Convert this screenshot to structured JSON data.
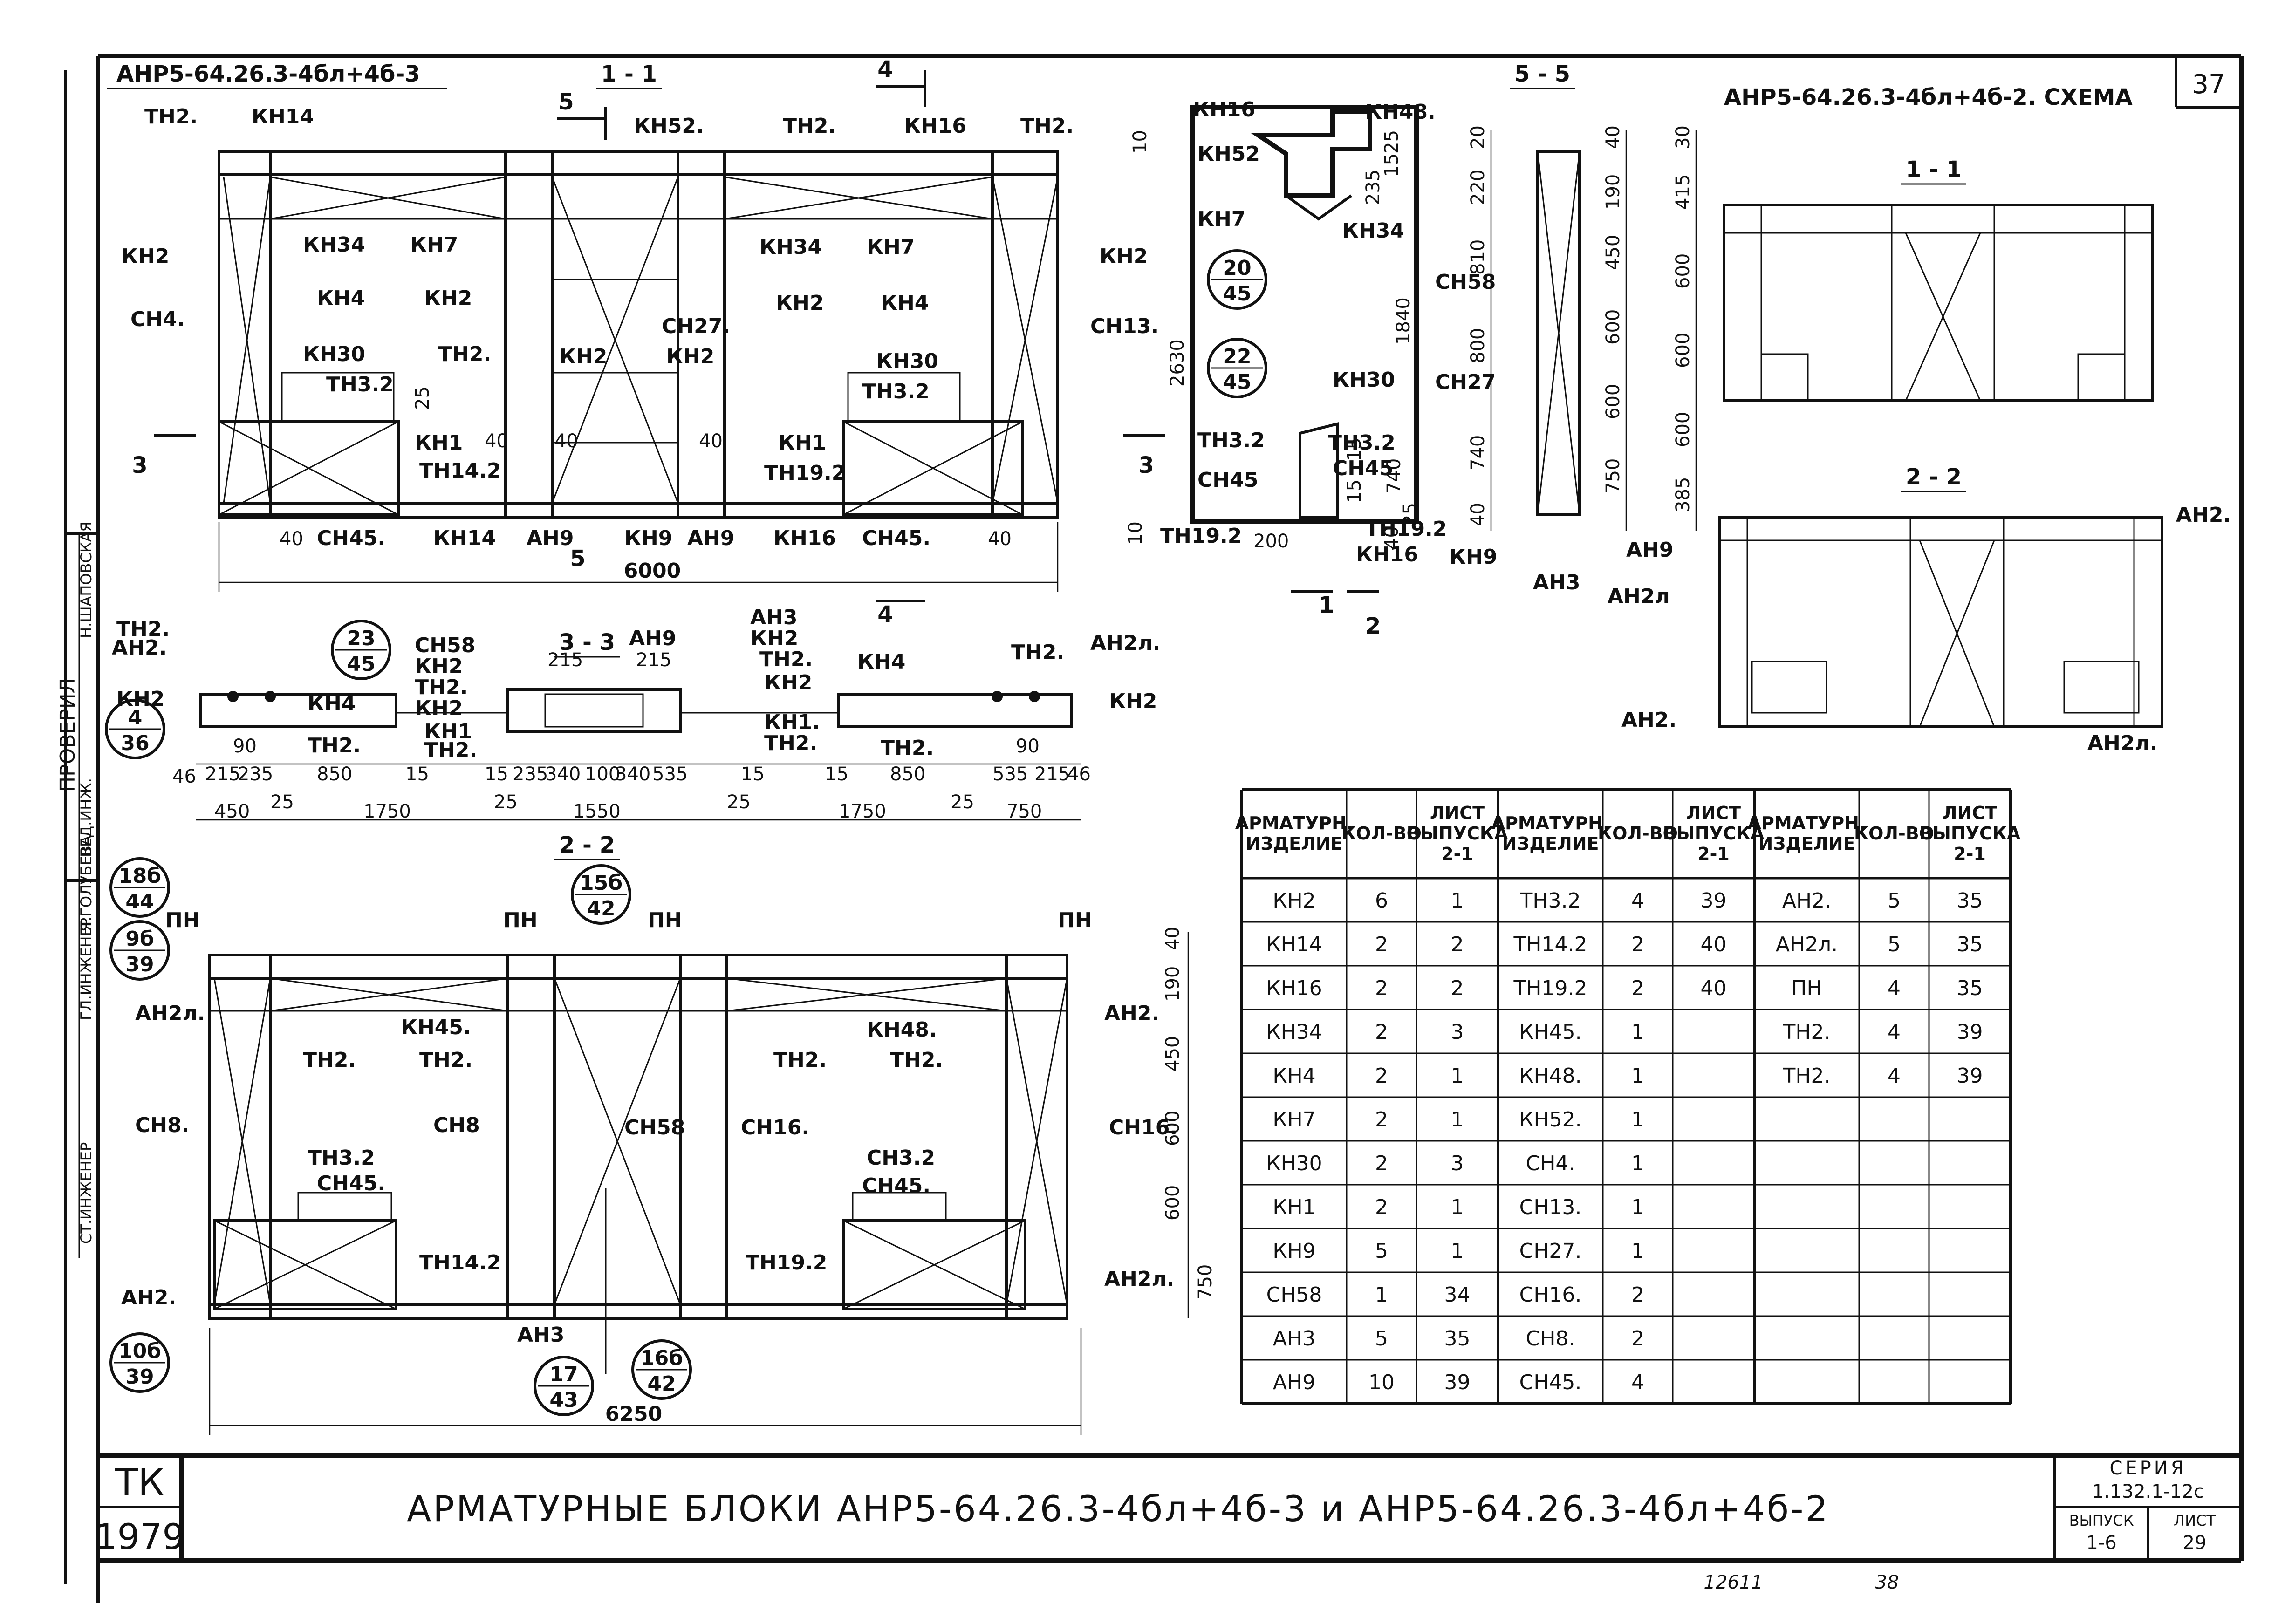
{
  "sheet": {
    "page_number": "37",
    "title": "АРМАТУРНЫЕ БЛОКИ АНР5-64.26.3-4бл+4б-3 и АНР5-64.26.3-4бл+4б-2",
    "tk": "ТК",
    "year": "1979",
    "series_label": "СЕРИЯ",
    "series_value": "1.132.1-12с",
    "issue_label": "ВЫПУСК",
    "issue_value": "1-6",
    "sheet_label": "ЛИСТ",
    "sheet_value": "29",
    "bottom_code": "12611",
    "bottom_num": "38",
    "side_text": [
      "ГЛ.ИНЖЕНЕР",
      "Я.ГОЛУБЕВА",
      "СТ.ИНЖЕНЕР",
      "Н.ШАПОВСКАЯ",
      "ВЕД.ИНЖ.",
      "ПРОВЕРИЛ"
    ]
  },
  "main_block": {
    "title": "АНР5-64.26.3-4бл+4б-3",
    "section_1_1": "1 - 1",
    "section_4": "4",
    "section_5": "5",
    "section_3": "3",
    "dim_total": "6000",
    "labels": [
      "ТН2.",
      "КН14",
      "КН52.",
      "ТН2.",
      "КН16",
      "ТН2.",
      "КН34",
      "КН7",
      "КН34",
      "КН7",
      "КН2",
      "СН4.",
      "КН4",
      "КН2",
      "КН30",
      "ТН2.",
      "ТН3.2",
      "КН1",
      "ТН14.2",
      "КН2",
      "КН2",
      "СН27.",
      "КН2",
      "КН4",
      "КН30",
      "ТН3.2",
      "КН1",
      "ТН19.2",
      "КН2",
      "СН13.",
      "КН14",
      "АН9",
      "КН9",
      "АН9",
      "КН16",
      "СН45.",
      "СН45."
    ],
    "dims": [
      "40",
      "40",
      "25",
      "40",
      "40",
      "40"
    ]
  },
  "section_3_3": {
    "title": "3 - 3",
    "labels": [
      "ТН2.",
      "АН2.",
      "КН2",
      "КН4",
      "ТН2.",
      "СН58",
      "КН2",
      "ТН2.",
      "КН2",
      "КН1",
      "ТН2.",
      "АН9",
      "АН3",
      "КН2",
      "ТН2.",
      "КН2",
      "КН1.",
      "ТН2.",
      "КН4",
      "ТН2.",
      "АН2л.",
      "КН2",
      "ТН2."
    ],
    "dims_top": [
      "215",
      "215"
    ],
    "dims_mid": [
      "46",
      "215",
      "235",
      "90",
      "850",
      "15",
      "15",
      "235",
      "340",
      "100",
      "340",
      "535",
      "15",
      "15",
      "850",
      "535",
      "90",
      "215",
      "46"
    ],
    "dims_bot": [
      "450",
      "25",
      "1750",
      "25",
      "1550",
      "25",
      "1750",
      "25",
      "750"
    ],
    "circle_a": [
      "23",
      "45"
    ],
    "circle_b": [
      "4",
      "36"
    ]
  },
  "section_2_2": {
    "title": "2 - 2",
    "dim_total": "6250",
    "labels": [
      "ПН",
      "ПН",
      "ПН",
      "ПН",
      "АН2л.",
      "АН2.",
      "КН45.",
      "КН48.",
      "ТН2.",
      "ТН2.",
      "ТН2.",
      "ТН2.",
      "СН8.",
      "СН8",
      "СН58",
      "СН16.",
      "СН16.",
      "ТН3.2",
      "СН45.",
      "СН3.2",
      "СН45.",
      "ТН14.2",
      "ТН19.2",
      "АН2.",
      "АН3",
      "АН2л."
    ],
    "dims_right": [
      "40",
      "190",
      "450",
      "600",
      "600",
      "750"
    ],
    "circles": [
      [
        "18б",
        "44"
      ],
      [
        "9б",
        "39"
      ],
      [
        "15б",
        "42"
      ],
      [
        "10б",
        "39"
      ],
      [
        "17",
        "43"
      ],
      [
        "16б",
        "42"
      ]
    ]
  },
  "detail_node": {
    "labels": [
      "КН16",
      "КН52",
      "КН7",
      "КН48.",
      "КН34",
      "КН30",
      "ТН3.2",
      "СН45",
      "ТН19.2",
      "ТН3.2",
      "СН45",
      "ТН19.2",
      "КН16"
    ],
    "circles": [
      [
        "20",
        "45"
      ],
      [
        "22",
        "45"
      ]
    ],
    "dims": [
      "10",
      "10",
      "25",
      "15",
      "235",
      "2630",
      "1840",
      "200",
      "15",
      "15",
      "25",
      "740",
      "40"
    ],
    "marks": [
      "1",
      "2"
    ]
  },
  "section_5_5": {
    "title": "5 - 5",
    "labels": [
      "СН58",
      "СН27",
      "КН9",
      "АН3",
      "АН9",
      "АН2л"
    ],
    "dims_left": [
      "20",
      "220",
      "810",
      "800",
      "740",
      "40"
    ],
    "dims_mid": [
      "40",
      "190",
      "450",
      "600",
      "600",
      "750"
    ],
    "dims_right": [
      "30",
      "415",
      "600",
      "600",
      "600",
      "385"
    ]
  },
  "scheme": {
    "title": "АНР5-64.26.3-4бл+4б-2. СХЕМА",
    "section_1_1": "1 - 1",
    "section_2_2": "2 - 2",
    "labels": [
      "АН2.",
      "АН2.",
      "АН2л."
    ]
  },
  "spec_table": {
    "headers": [
      "АРМАТУРН. ИЗДЕЛИЕ",
      "КОЛ-ВО",
      "ЛИСТ ВЫПУСКА 2-1"
    ],
    "col1": [
      [
        "КН2",
        "6",
        "1"
      ],
      [
        "КН14",
        "2",
        "2"
      ],
      [
        "КН16",
        "2",
        "2"
      ],
      [
        "КН34",
        "2",
        "3"
      ],
      [
        "КН4",
        "2",
        "1"
      ],
      [
        "КН7",
        "2",
        "1"
      ],
      [
        "КН30",
        "2",
        "3"
      ],
      [
        "КН1",
        "2",
        "1"
      ],
      [
        "КН9",
        "5",
        "1"
      ],
      [
        "СН58",
        "1",
        "34"
      ],
      [
        "АН3",
        "5",
        "35"
      ],
      [
        "АН9",
        "10",
        "39"
      ]
    ],
    "col2": [
      [
        "ТН3.2",
        "4",
        "39"
      ],
      [
        "ТН14.2",
        "2",
        "40"
      ],
      [
        "ТН19.2",
        "2",
        "40"
      ],
      [
        "КН45.",
        "1",
        ""
      ],
      [
        "КН48.",
        "1",
        ""
      ],
      [
        "КН52.",
        "1",
        ""
      ],
      [
        "СН4.",
        "1",
        ""
      ],
      [
        "СН13.",
        "1",
        ""
      ],
      [
        "СН27.",
        "1",
        ""
      ],
      [
        "СН16.",
        "2",
        ""
      ],
      [
        "СН8.",
        "2",
        ""
      ],
      [
        "СН45.",
        "4",
        ""
      ]
    ],
    "col3": [
      [
        "АН2.",
        "5",
        "35"
      ],
      [
        "АН2л.",
        "5",
        "35"
      ],
      [
        "ПН",
        "4",
        "35"
      ],
      [
        "ТН2.",
        "4",
        "39"
      ],
      [
        "ТН2.",
        "4",
        "39"
      ],
      [
        "",
        "",
        ""
      ],
      [
        "",
        "",
        ""
      ],
      [
        "",
        "",
        ""
      ],
      [
        "",
        "",
        ""
      ],
      [
        "",
        "",
        ""
      ],
      [
        "",
        "",
        ""
      ],
      [
        "",
        "",
        ""
      ]
    ]
  }
}
